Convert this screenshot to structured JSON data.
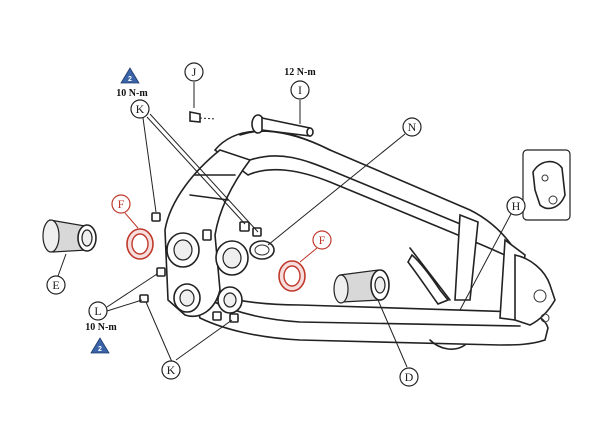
{
  "callouts": {
    "J": "J",
    "I": "I",
    "K": "K",
    "N": "N",
    "F": "F",
    "H": "H",
    "E": "E",
    "L": "L",
    "D": "D"
  },
  "torque": {
    "top_left": "10 N-m",
    "top_right": "12 N-m",
    "bottom_left": "10 N-m"
  },
  "badges": {
    "top": "2",
    "bottom": "2"
  },
  "colors": {
    "ink": "#222222",
    "seal_red": "#c0392b",
    "badge_blue": "#3a63a8"
  }
}
